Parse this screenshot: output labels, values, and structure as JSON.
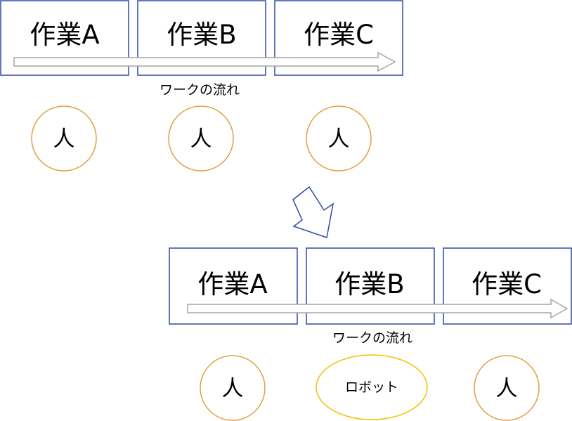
{
  "colors": {
    "task_border": "#2f4aa8",
    "arrow_stroke": "#a6a6a6",
    "transition_arrow": "#2f4aa8",
    "human_circle": "#e0a040",
    "robot_ellipse": "#f5c000"
  },
  "before": {
    "tasks": [
      "作業A",
      "作業B",
      "作業C"
    ],
    "flow_label": "ワークの流れ",
    "workers": [
      "人",
      "人",
      "人"
    ]
  },
  "after": {
    "tasks": [
      "作業A",
      "作業B",
      "作業C"
    ],
    "flow_label": "ワークの流れ",
    "workers": [
      "人",
      "ロボット",
      "人"
    ]
  }
}
